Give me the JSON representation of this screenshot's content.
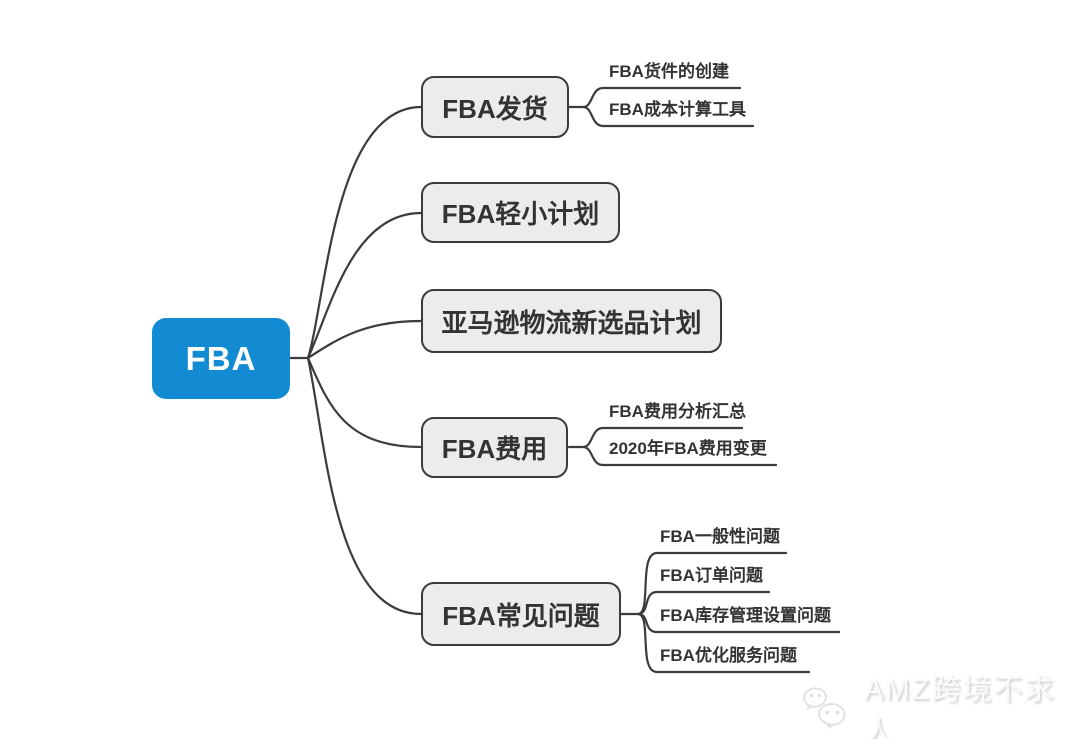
{
  "mindmap": {
    "root": {
      "label": "FBA"
    },
    "branches": [
      {
        "label": "FBA发货",
        "children": [
          "FBA货件的创建",
          "FBA成本计算工具"
        ]
      },
      {
        "label": "FBA轻小计划",
        "children": []
      },
      {
        "label": "亚马逊物流新选品计划",
        "children": []
      },
      {
        "label": "FBA费用",
        "children": [
          "FBA费用分析汇总",
          "2020年FBA费用变更"
        ]
      },
      {
        "label": "FBA常见问题",
        "children": [
          "FBA一般性问题",
          "FBA订单问题",
          "FBA库存管理设置问题",
          "FBA优化服务问题"
        ]
      }
    ]
  },
  "watermark": {
    "icon": "wechat-icon",
    "text": "AMZ跨境不求人"
  },
  "colors": {
    "root_bg": "#138bd3",
    "root_text": "#ffffff",
    "branch_bg": "#ececec",
    "branch_border": "#3b3b3b",
    "connector": "#3c3c3c",
    "topic_text": "#333333",
    "watermark_text": "#e0e0e0"
  }
}
